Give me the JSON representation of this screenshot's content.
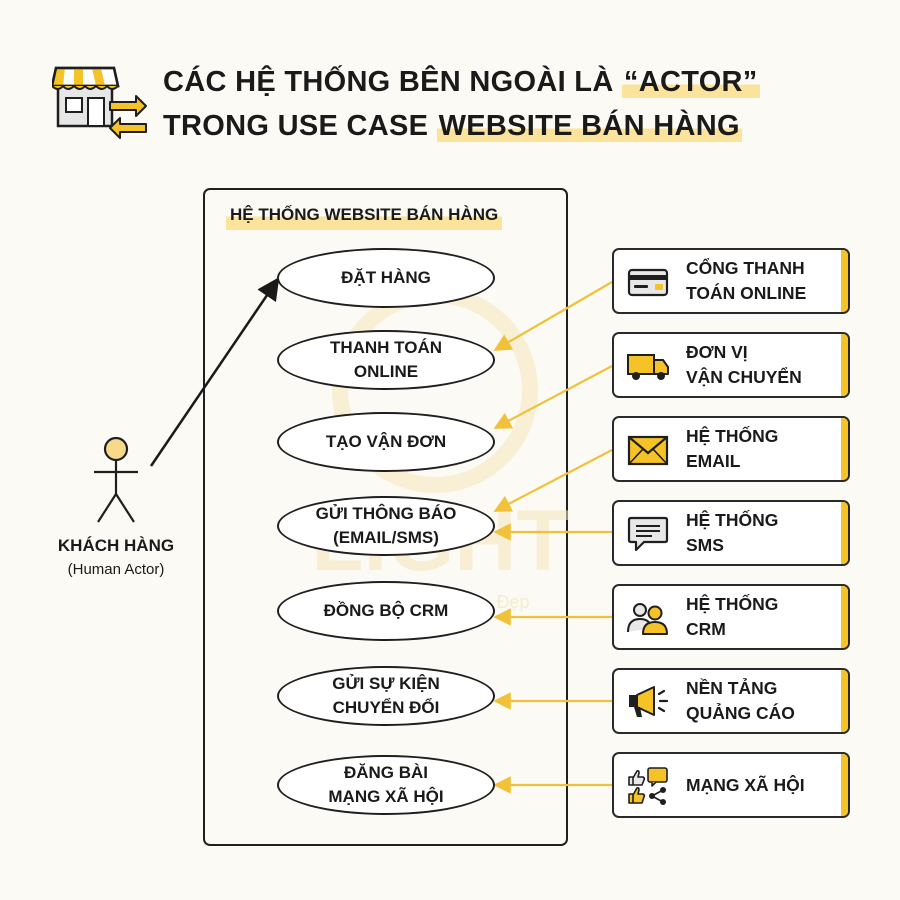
{
  "title": {
    "line1_text": "CÁC HỆ THỐNG BÊN NGOÀI LÀ ",
    "line1_highlight": "“ACTOR”",
    "line2_text": "TRONG USE CASE ",
    "line2_highlight": "WEBSITE BÁN HÀNG"
  },
  "system": {
    "label": "HỆ THỐNG WEBSITE BÁN HÀNG"
  },
  "watermark": {
    "text": "LIGHT",
    "tagline": "Nhanh – Chuẩn – Đẹp"
  },
  "use_cases": [
    {
      "label": "ĐẶT HÀNG"
    },
    {
      "label": "THANH TOÁN\nONLINE"
    },
    {
      "label": "TẠO VẬN ĐƠN"
    },
    {
      "label": "GỬI THÔNG BÁO\n(EMAIL/SMS)"
    },
    {
      "label": "ĐỒNG BỘ CRM"
    },
    {
      "label": "GỬI SỰ KIỆN\nCHUYỂN ĐỔI"
    },
    {
      "label": "ĐĂNG BÀI\nMẠNG XÃ HỘI"
    }
  ],
  "external_actors": [
    {
      "label": "CỔNG THANH\nTOÁN ONLINE",
      "icon": "credit-card-icon"
    },
    {
      "label": "ĐƠN VỊ\nVẬN CHUYỂN",
      "icon": "delivery-truck-icon"
    },
    {
      "label": "HỆ THỐNG\nEMAIL",
      "icon": "envelope-icon"
    },
    {
      "label": "HỆ THỐNG\nSMS",
      "icon": "chat-bubble-icon"
    },
    {
      "label": "HỆ THỐNG\nCRM",
      "icon": "users-icon"
    },
    {
      "label": "NỀN TẢNG\nQUẢNG CÁO",
      "icon": "megaphone-icon"
    },
    {
      "label": "MẠNG XÃ HỘI",
      "icon": "social-network-icon"
    }
  ],
  "human_actor": {
    "name": "KHÁCH HÀNG",
    "role": "(Human Actor)"
  },
  "colors": {
    "accent": "#f5c228",
    "highlight": "#fbe39b",
    "arrow": "#f2c13a",
    "ink": "#1a1a1a",
    "background": "#fbfaf5"
  }
}
